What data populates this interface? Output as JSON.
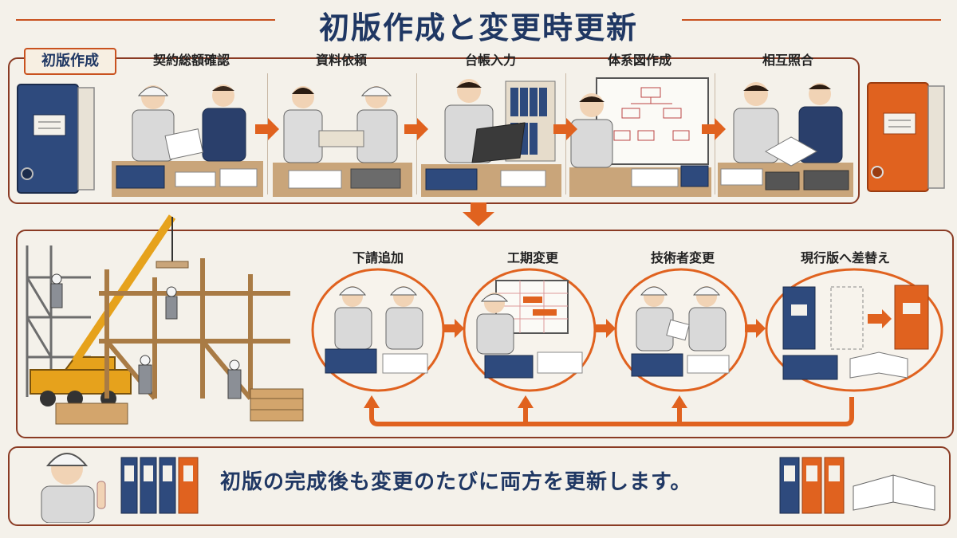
{
  "title": "初版作成と変更時更新",
  "initial": {
    "tag": "初版作成",
    "steps": [
      {
        "label": "契約総額確認"
      },
      {
        "label": "資料依頼"
      },
      {
        "label": "台帳入力"
      },
      {
        "label": "体系図作成"
      },
      {
        "label": "相互照合"
      }
    ]
  },
  "changes": {
    "steps": [
      {
        "label": "下請追加"
      },
      {
        "label": "工期変更"
      },
      {
        "label": "技術者変更"
      },
      {
        "label": "現行版へ差替え"
      }
    ]
  },
  "footer": {
    "message": "初版の完成後も変更のたびに両方を更新します。"
  },
  "colors": {
    "navy": "#1f3763",
    "orange": "#e0621f",
    "border": "#8a3b24",
    "binder_blue": "#2e4a7d"
  }
}
